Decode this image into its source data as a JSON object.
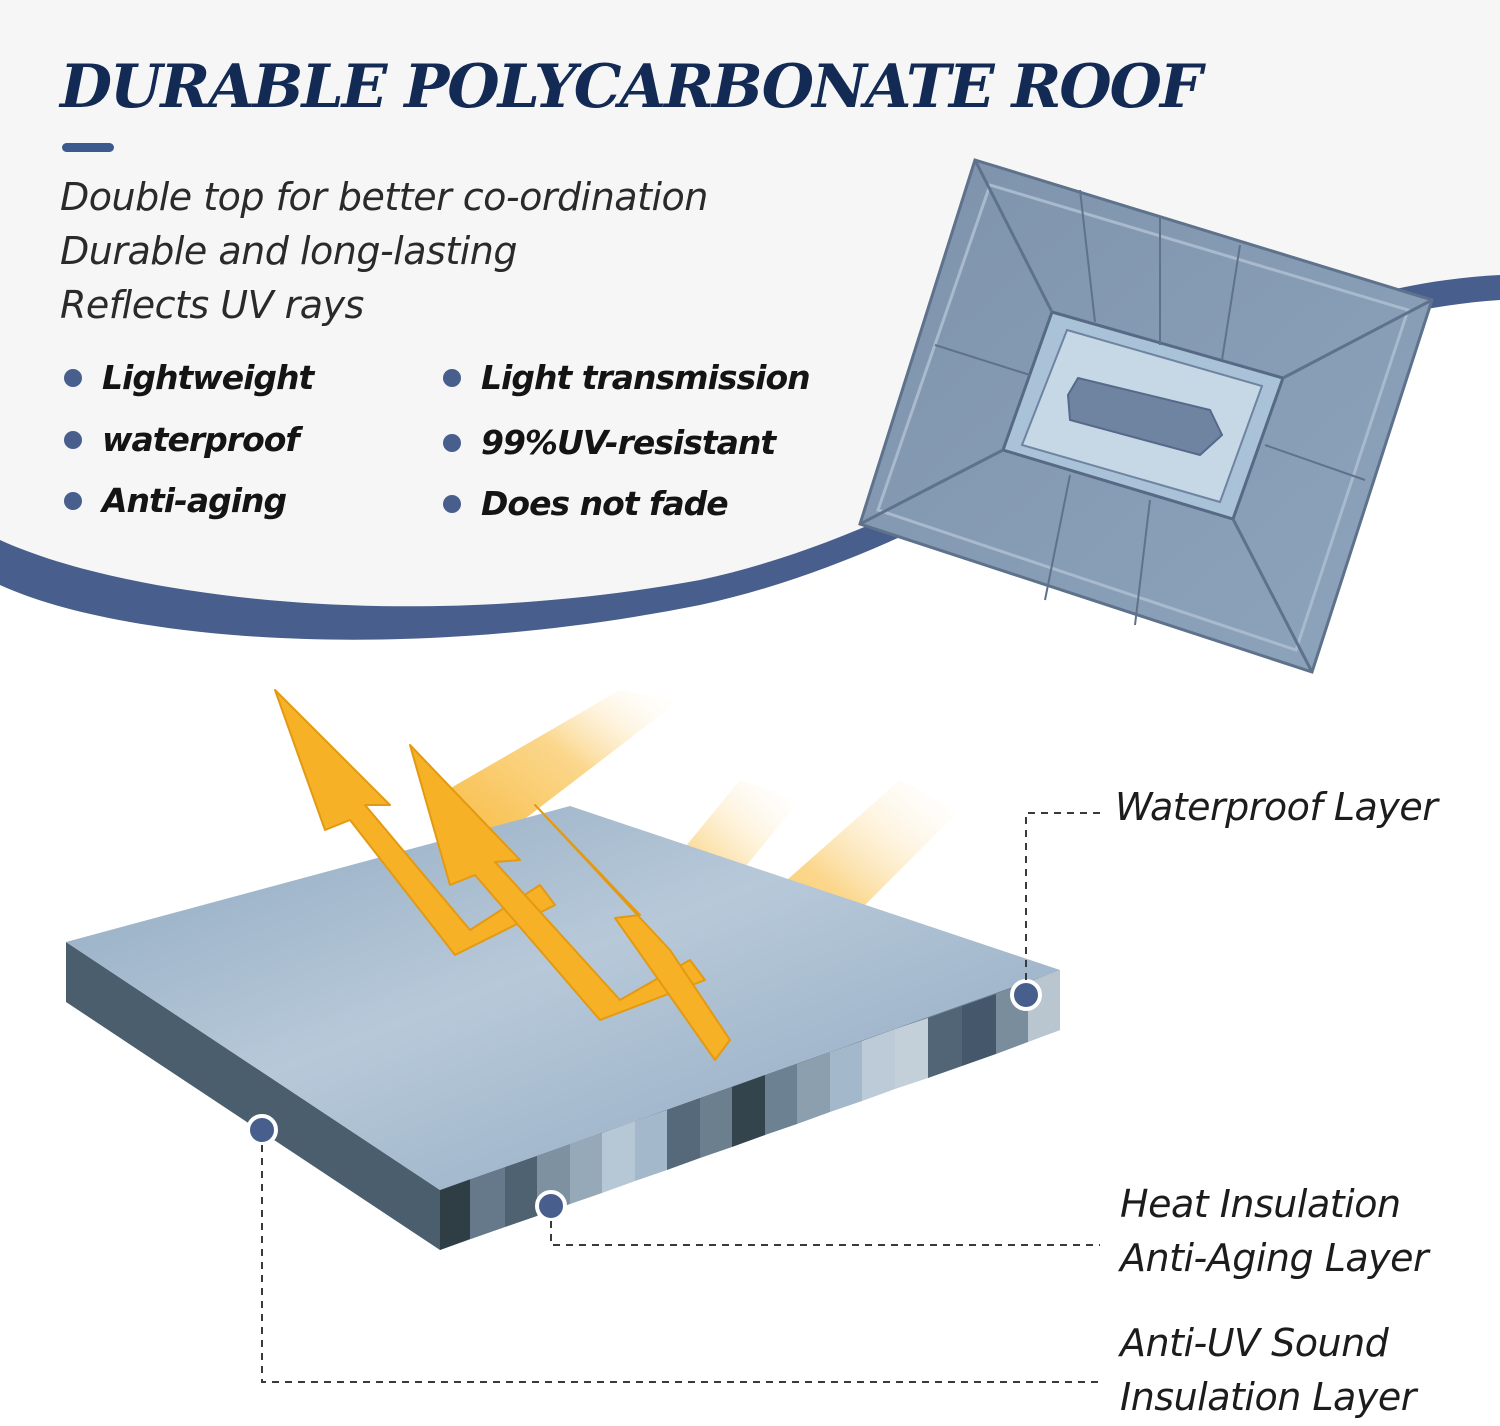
{
  "header": {
    "title": "DURABLE POLYCARBONATE ROOF"
  },
  "description": {
    "lines": [
      "Double top for better co-ordination",
      "Durable and long-lasting",
      "Reflects UV rays"
    ]
  },
  "features": {
    "left": [
      "Lightweight",
      "waterproof",
      "Anti-aging"
    ],
    "right": [
      "Light transmission",
      "99%UV-resistant",
      "Does not fade"
    ]
  },
  "callouts": {
    "waterproof": "Waterproof Layer",
    "heat_line1": "Heat Insulation",
    "heat_line2": "Anti-Aging Layer",
    "uv_line1": "Anti-UV Sound",
    "uv_line2": "Insulation Layer"
  },
  "colors": {
    "navy_title": "#122a54",
    "accent_blue": "#485e8c",
    "arrow_orange": "#f7b126",
    "panel_blue": "#a4b8cc"
  }
}
